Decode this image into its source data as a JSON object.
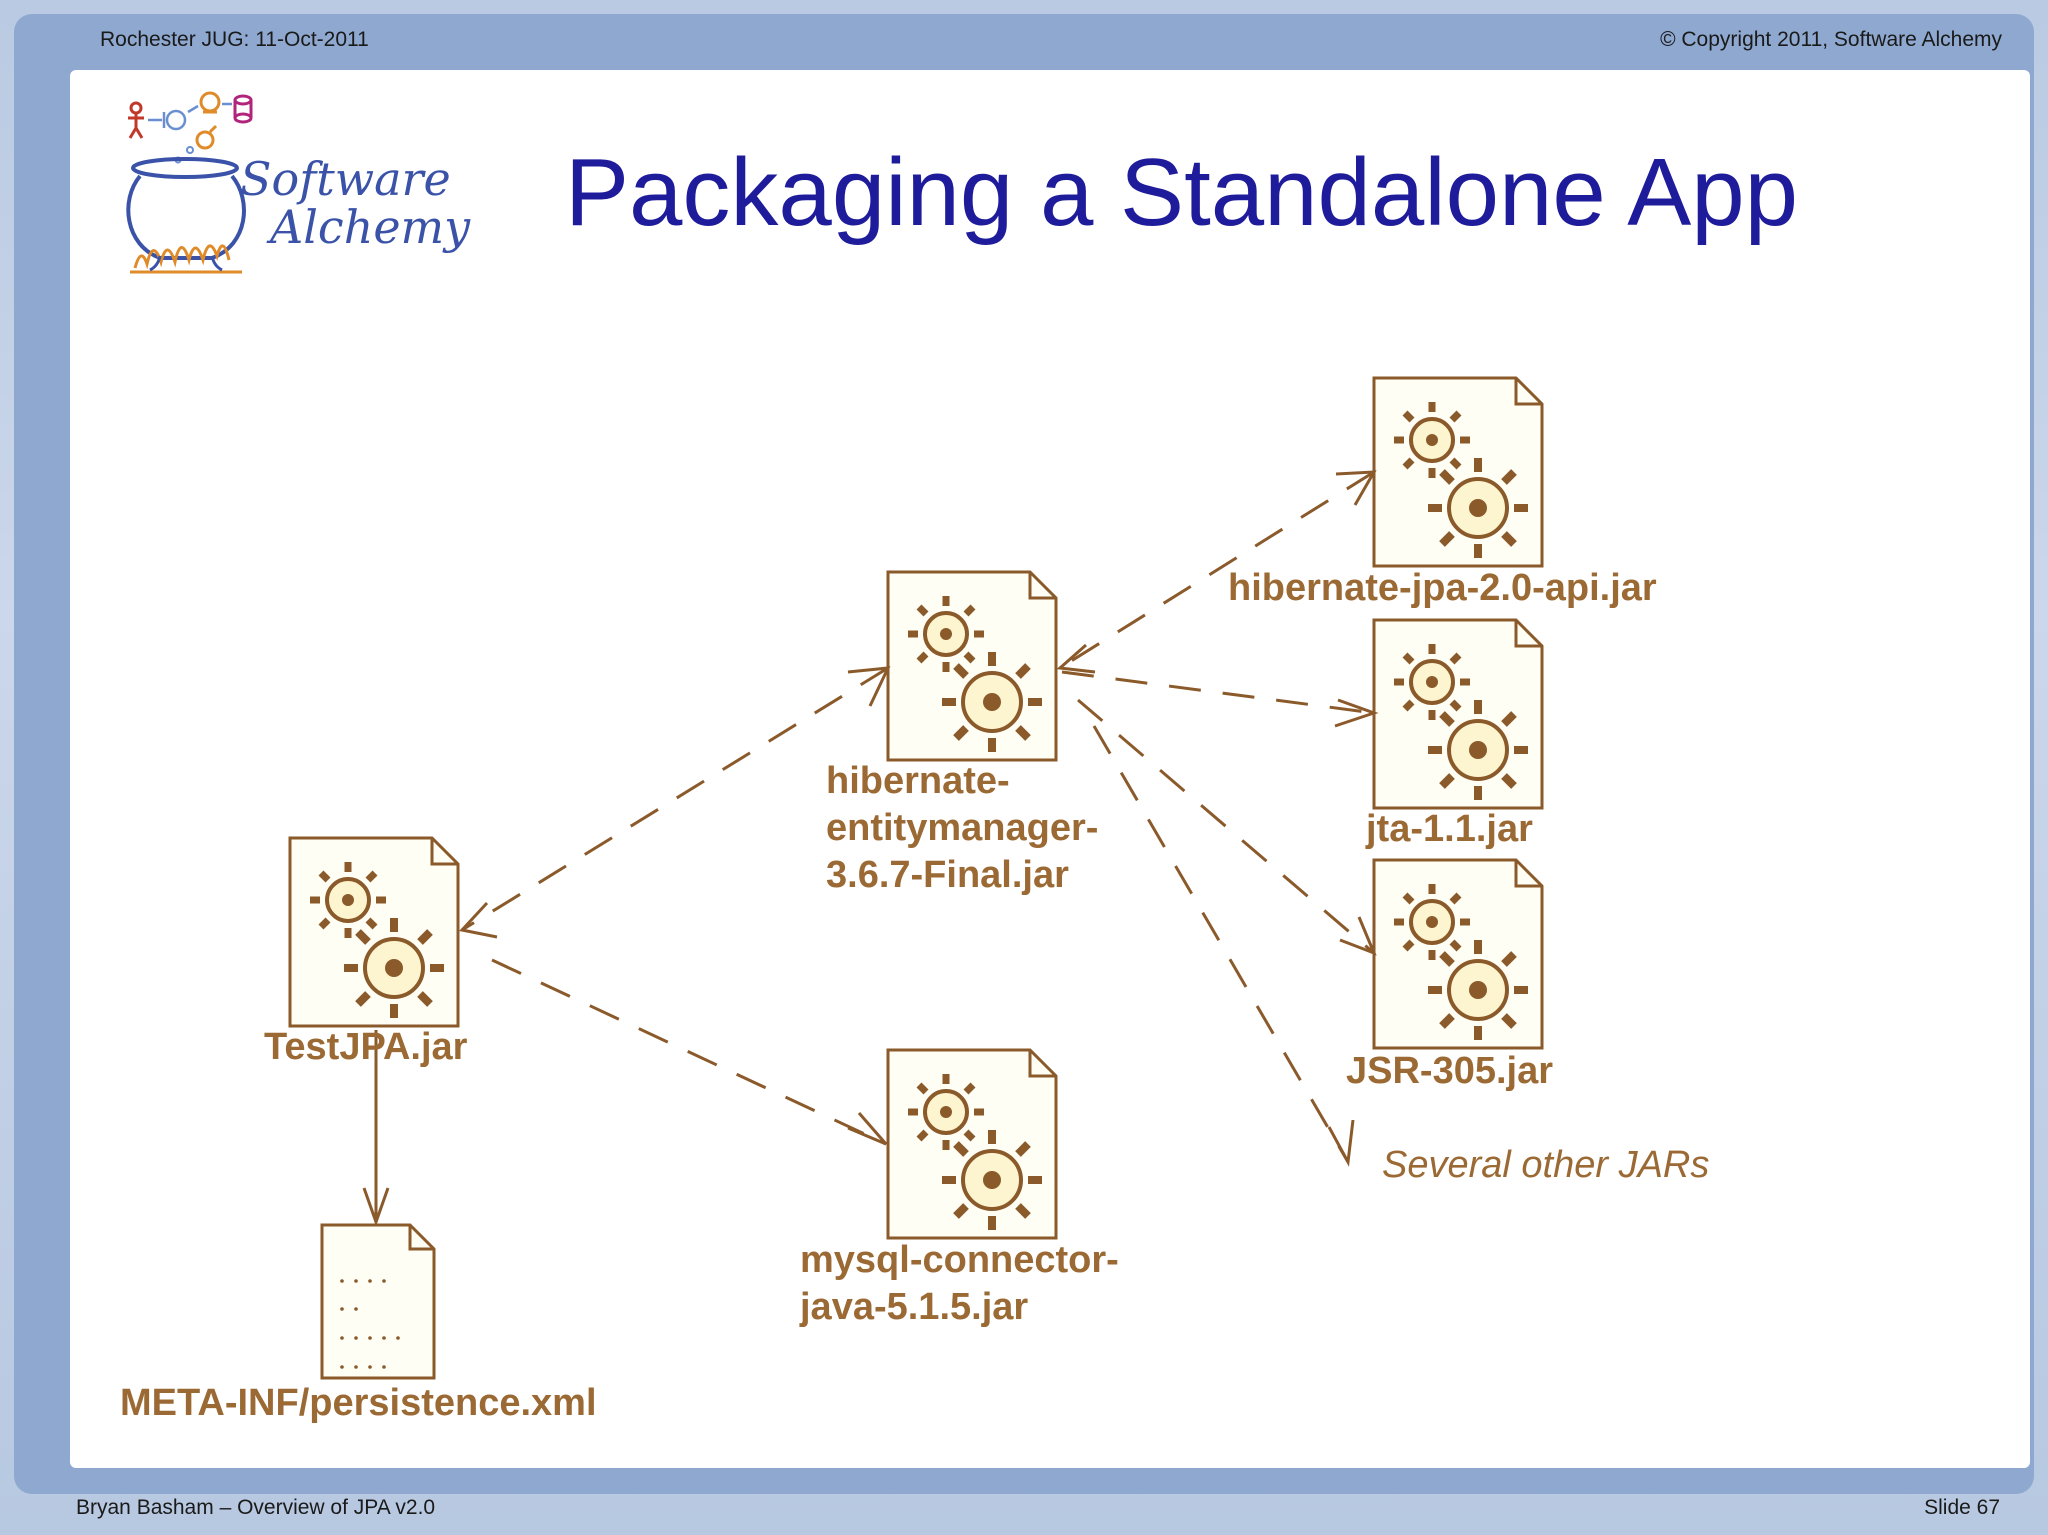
{
  "header": {
    "left": "Rochester JUG:  11-Oct-2011",
    "right": "© Copyright 2011, Software Alchemy"
  },
  "footer": {
    "left": "Bryan Basham – Overview of JPA v2.0",
    "right": "Slide 67"
  },
  "logo": {
    "line1": "Software",
    "line2": "Alchemy"
  },
  "title": "Packaging a Standalone App",
  "diagram": {
    "testjpa": "TestJPA.jar",
    "persistence": "META-INF/persistence.xml",
    "hem_1": "hibernate-",
    "hem_2": "entitymanager-",
    "hem_3": "3.6.7-Final.jar",
    "mysql_1": "mysql-connector-",
    "mysql_2": "java-5.1.5.jar",
    "jpa_api": "hibernate-jpa-2.0-api.jar",
    "jta": "jta-1.1.jar",
    "jsr": "JSR-305.jar",
    "others": "Several other JARs"
  },
  "colors": {
    "artifact_stroke": "#8b5a2b",
    "artifact_fill": "#fdf5cf",
    "title": "#1f1c9c"
  }
}
